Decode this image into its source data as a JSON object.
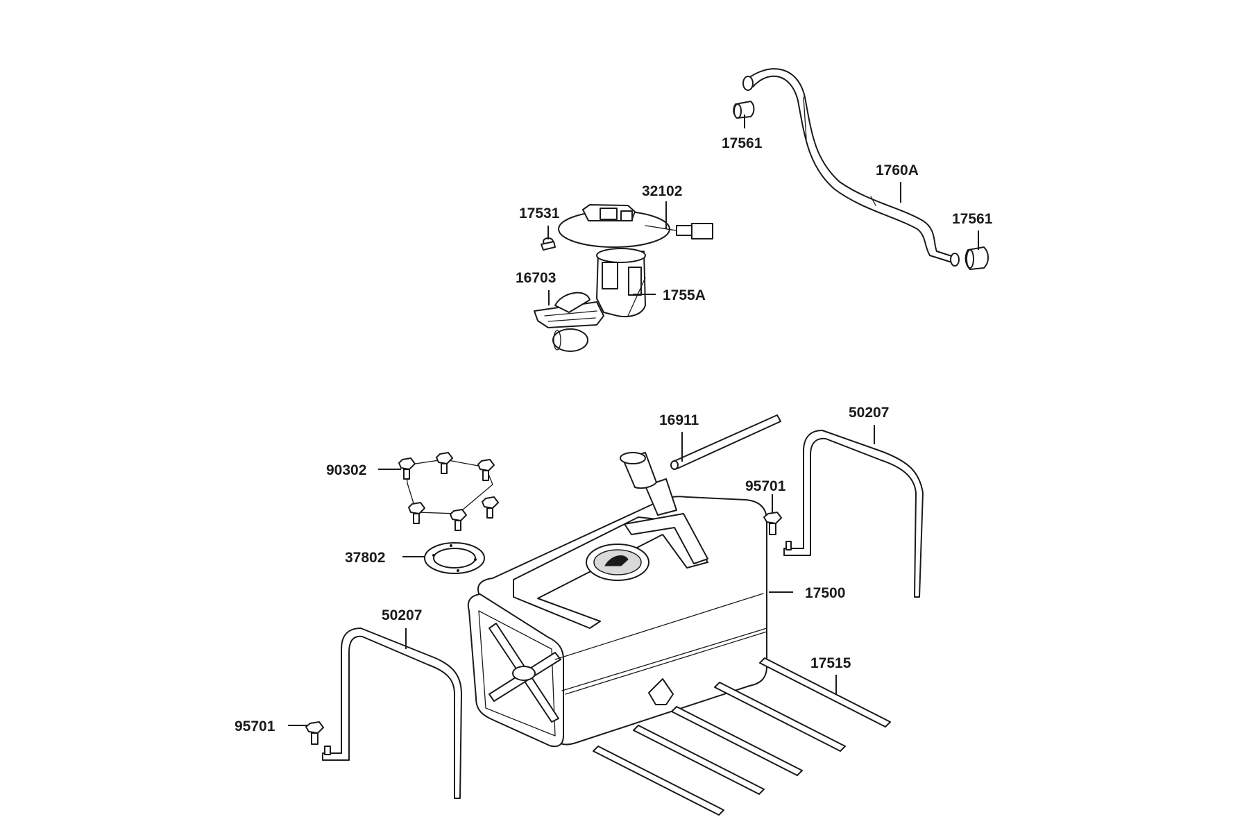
{
  "labels": {
    "p17561_top": "17561",
    "p1760A": "1760A",
    "p17561_right": "17561",
    "p32102": "32102",
    "p17531": "17531",
    "p16703": "16703",
    "p1755A": "1755A",
    "p16911": "16911",
    "p50207_right": "50207",
    "p90302": "90302",
    "p95701_right": "95701",
    "p37802": "37802",
    "p17500": "17500",
    "p50207_left": "50207",
    "p17515": "17515",
    "p95701_left": "95701"
  }
}
